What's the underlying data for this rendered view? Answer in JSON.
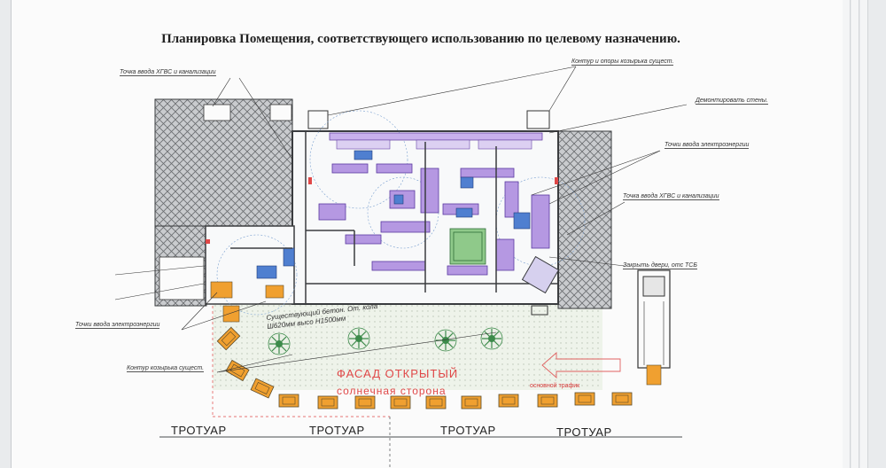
{
  "document": {
    "title": "Планировка Помещения, соответствующего использованию по целевому назначению."
  },
  "callouts": {
    "top_left_water": "Точка ввода ХГВС и канализации",
    "top_right_canopy": "Контур и опоры козырька сущест.",
    "wall_demount": "Демонтировать стены.",
    "power_right": "Точки ввода электроэнергии",
    "water_right": "Точка ввода ХГВС и канализации",
    "door_close": "Закрыть двери, отс ТСБ",
    "power_left": "Точки ввода электроэнергии",
    "canopy_bottom": "Контур козырька сущест.",
    "existing_fence": "Существующий бетон. От. кола Ш620мм высо Н1500мм"
  },
  "facade": {
    "line1": "ФАСАД ОТКРЫТЫЙ",
    "line2": "солнечная сторона"
  },
  "traffic": "основной трафик",
  "sidewalks": [
    "ТРОТУАР",
    "ТРОТУАР",
    "ТРОТУАР",
    "ТРОТУАР"
  ],
  "colors": {
    "hatch": "#6a6d70",
    "wall": "#3a3c3f",
    "furniture": "#8c6cc8",
    "appliance": "#4f7fd0",
    "orange": "#f0a030",
    "green": "#3c8a4a",
    "red": "#e04848"
  }
}
